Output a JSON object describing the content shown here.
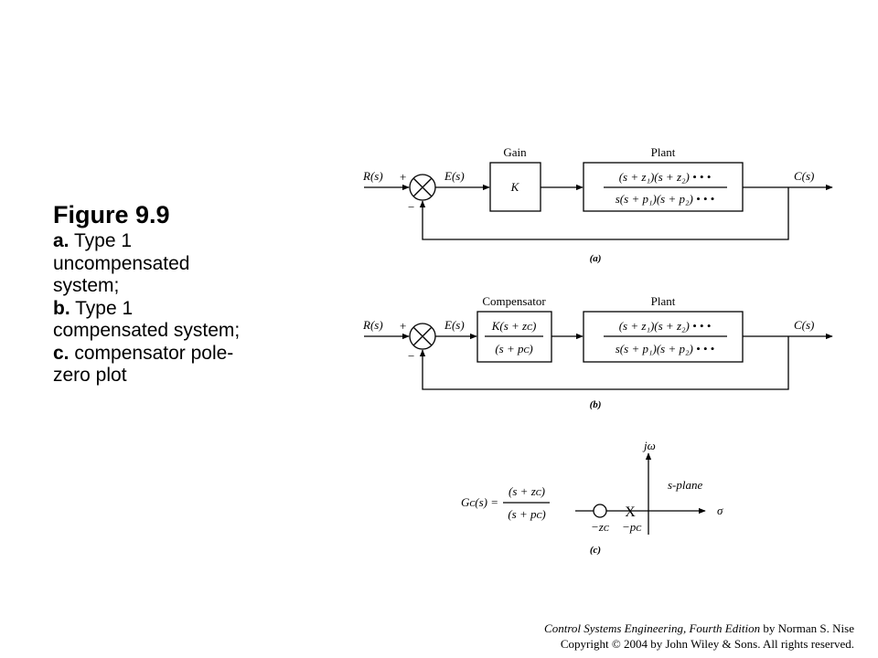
{
  "caption": {
    "title": "Figure 9.9",
    "parts": [
      {
        "label": "a.",
        "text": "Type 1 uncompensated system;"
      },
      {
        "label": "b.",
        "text": "Type 1 compensated system;"
      },
      {
        "label": "c.",
        "text": "compensator pole-zero plot"
      }
    ]
  },
  "diagram_a": {
    "input": "R(s)",
    "plus": "+",
    "minus": "−",
    "error": "E(s)",
    "gain_title": "Gain",
    "gain": "K",
    "plant_title": "Plant",
    "plant_num": "(s + z₁)(s + z₂) • • •",
    "plant_den": "s(s + p₁)(s + p₂) • • •",
    "output": "C(s)",
    "tag": "(a)"
  },
  "diagram_b": {
    "input": "R(s)",
    "plus": "+",
    "minus": "−",
    "error": "E(s)",
    "comp_title": "Compensator",
    "comp_num": "K(s + zᴄ)",
    "comp_den": "(s + pᴄ)",
    "plant_title": "Plant",
    "plant_num": "(s + z₁)(s + z₂) • • •",
    "plant_den": "s(s + p₁)(s + p₂) • • •",
    "output": "C(s)",
    "tag": "(b)"
  },
  "diagram_c": {
    "gc_lhs": "Gᴄ(s) =",
    "gc_num": "(s + zᴄ)",
    "gc_den": "(s + pᴄ)",
    "jw": "jω",
    "plane": "s-plane",
    "sigma": "σ",
    "zero_label": "−zᴄ",
    "pole_label": "−pᴄ",
    "pole_marker": "X",
    "tag": "(c)"
  },
  "credit": {
    "book": "Control Systems Engineering, Fourth Edition",
    "author": " by Norman S. Nise",
    "copyright": "Copyright © 2004 by John Wiley & Sons. All rights reserved."
  }
}
